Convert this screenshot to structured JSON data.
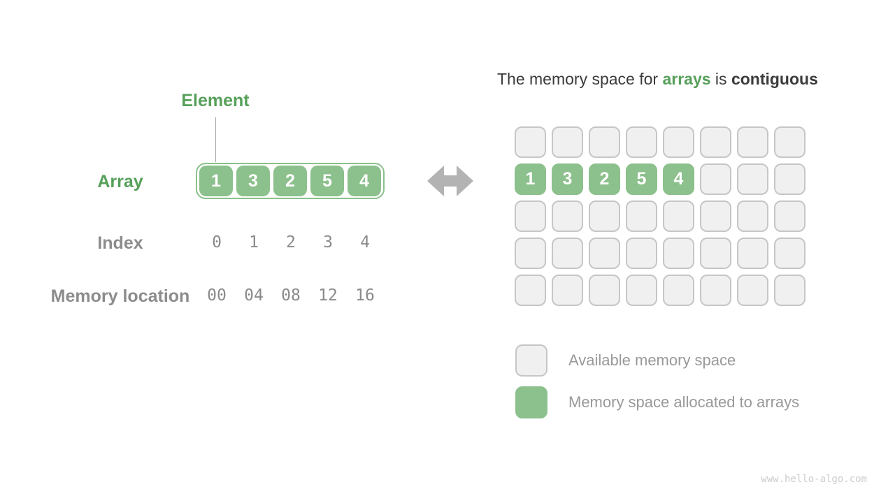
{
  "colors": {
    "green_fill": "#8cc08c",
    "green_text": "#56a05a",
    "dark_text": "#3b3b3b",
    "gray_label": "#8c8c8c",
    "cell_bg": "#f0f0f0",
    "cell_border": "#c6c6c6",
    "arrow": "#b3b3b3",
    "watermark": "#cccccc"
  },
  "left_panel": {
    "element_label": "Element",
    "array_label": "Array",
    "array_values": [
      "1",
      "3",
      "2",
      "5",
      "4"
    ],
    "index_label": "Index",
    "index_values": [
      "0",
      "1",
      "2",
      "3",
      "4"
    ],
    "memory_label": "Memory location",
    "memory_values": [
      "00",
      "04",
      "08",
      "12",
      "16"
    ]
  },
  "arrow_icon": "left-right-arrow",
  "right_panel": {
    "title": {
      "prefix": "The memory space for ",
      "highlight": "arrays",
      "middle": " is ",
      "emphasis": "contiguous"
    },
    "memory_grid": {
      "rows": 5,
      "cols": 8,
      "allocated_row": 1,
      "allocated_start_col": 0,
      "allocated_values": [
        "1",
        "3",
        "2",
        "5",
        "4"
      ]
    },
    "legend": [
      {
        "type": "available",
        "label": "Available memory space"
      },
      {
        "type": "allocated",
        "label": "Memory space allocated to arrays"
      }
    ]
  },
  "watermark": "www.hello-algo.com"
}
